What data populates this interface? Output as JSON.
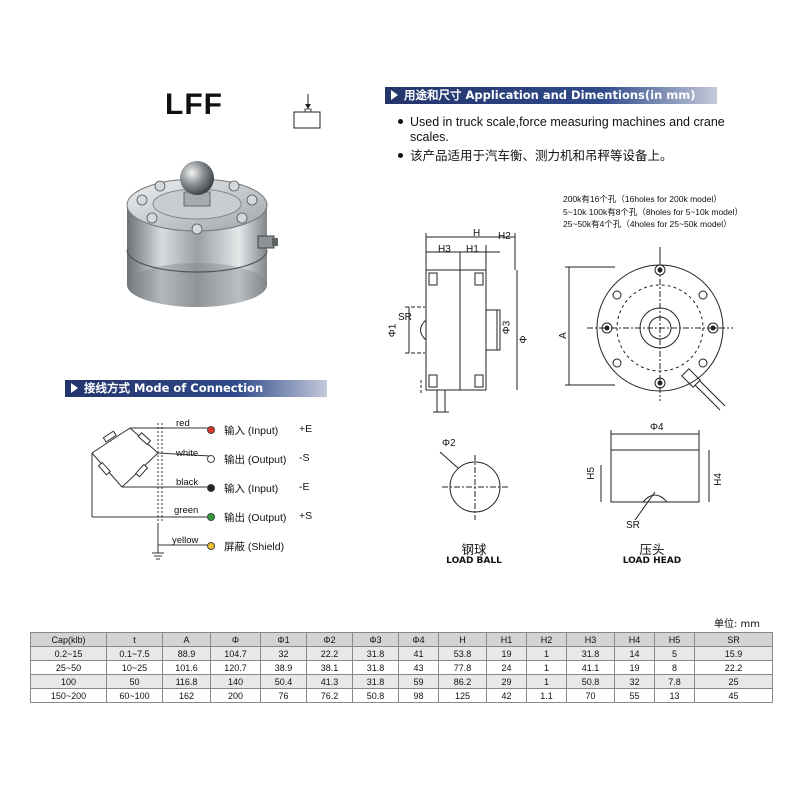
{
  "model": "LFF",
  "sections": {
    "application_title": "用途和尺寸 Application and Dimentions(in mm)",
    "connection_title": "接线方式 Mode of Connection"
  },
  "application": [
    "Used in truck scale,force measuring machines and crane",
    "scales.",
    "该产品适用于汽车衡、测力机和吊秤等设备上。"
  ],
  "connection": {
    "wires": [
      {
        "color_name": "red",
        "label": "输入 (Input)",
        "signal": "+E",
        "pin_color": "#e0362c"
      },
      {
        "color_name": "white",
        "label": "输出 (Output)",
        "signal": "-S",
        "pin_color": "#ffffff"
      },
      {
        "color_name": "black",
        "label": "输入 (Input)",
        "signal": "-E",
        "pin_color": "#222222"
      },
      {
        "color_name": "green",
        "label": "输出 (Output)",
        "signal": "+S",
        "pin_color": "#2e9a3c"
      },
      {
        "color_name": "yellow",
        "label": "屏蔽 (Shield)",
        "signal": "",
        "pin_color": "#f2c230"
      }
    ]
  },
  "drawings": {
    "hole_notes": [
      "200k有16个孔（16holes for 200k model）",
      "5~10k  100k有8个孔（8holes for 5~10k model）",
      "25~50k有4个孔（4holes for 25~50k model）"
    ],
    "dims": {
      "H": "H",
      "H1": "H1",
      "H2": "H2",
      "H3": "H3",
      "phi": "Φ",
      "phi1": "Φ1",
      "phi2": "Φ2",
      "phi3": "Φ3",
      "phi4": "Φ4",
      "SR": "SR",
      "A": "A",
      "H4": "H4",
      "H5": "H5"
    },
    "load_ball": {
      "cn": "钢球",
      "en": "LOAD BALL"
    },
    "load_head": {
      "cn": "压头",
      "en": "LOAD HEAD"
    }
  },
  "table": {
    "unit": "单位:  mm",
    "headers": [
      "Cap(klb)",
      "t",
      "A",
      "Φ",
      "Φ1",
      "Φ2",
      "Φ3",
      "Φ4",
      "H",
      "H1",
      "H2",
      "H3",
      "H4",
      "H5",
      "SR"
    ],
    "rows": [
      [
        "0.2~15",
        "0.1~7.5",
        "88.9",
        "104.7",
        "32",
        "22.2",
        "31.8",
        "41",
        "53.8",
        "19",
        "1",
        "31.8",
        "14",
        "5",
        "15.9"
      ],
      [
        "25~50",
        "10~25",
        "101.6",
        "120.7",
        "38.9",
        "38.1",
        "31.8",
        "43",
        "77.8",
        "24",
        "1",
        "41.1",
        "19",
        "8",
        "22.2"
      ],
      [
        "100",
        "50",
        "116.8",
        "140",
        "50.4",
        "41.3",
        "31.8",
        "59",
        "86.2",
        "29",
        "1",
        "50.8",
        "32",
        "7.8",
        "25"
      ],
      [
        "150~200",
        "60~100",
        "162",
        "200",
        "76",
        "76.2",
        "50.8",
        "98",
        "125",
        "42",
        "1.1",
        "70",
        "55",
        "13",
        "45"
      ]
    ]
  }
}
